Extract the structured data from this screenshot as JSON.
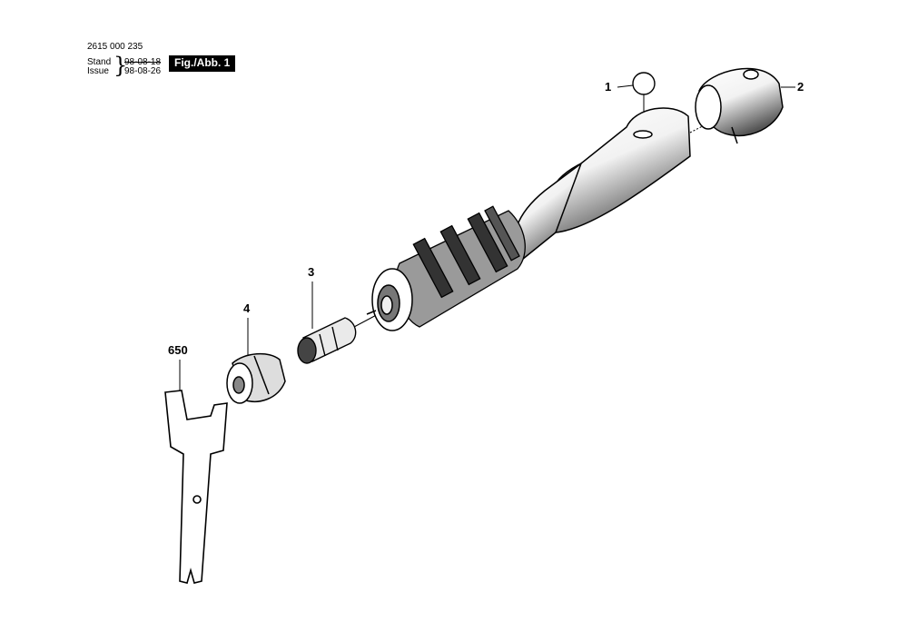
{
  "header": {
    "part_number": "2615 000 235",
    "stand_label": "Stand",
    "issue_label": "Issue",
    "stand_date": "98-08-18",
    "issue_date": "98-08-26",
    "figure_label": "Fig./Abb. 1"
  },
  "callouts": {
    "c1": "1",
    "c2": "2",
    "c3": "3",
    "c4": "4",
    "c650": "650"
  }
}
